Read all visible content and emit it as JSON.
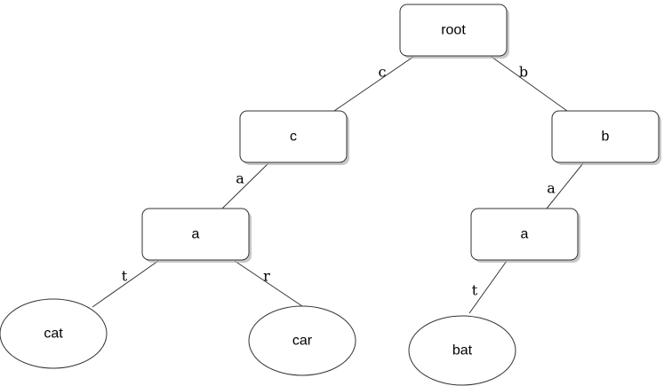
{
  "nodes": [
    {
      "id": "root",
      "shape": "box",
      "label": "root"
    },
    {
      "id": "c",
      "shape": "box",
      "label": "c"
    },
    {
      "id": "b",
      "shape": "box",
      "label": "b"
    },
    {
      "id": "ca",
      "shape": "box",
      "label": "a"
    },
    {
      "id": "ba",
      "shape": "box",
      "label": "a"
    },
    {
      "id": "cat",
      "shape": "ellipse",
      "label": "cat"
    },
    {
      "id": "car",
      "shape": "ellipse",
      "label": "car"
    },
    {
      "id": "bat",
      "shape": "ellipse",
      "label": "bat"
    }
  ],
  "edges": [
    {
      "from": "root",
      "to": "c",
      "label": "c"
    },
    {
      "from": "root",
      "to": "b",
      "label": "b"
    },
    {
      "from": "c",
      "to": "ca",
      "label": "a"
    },
    {
      "from": "b",
      "to": "ba",
      "label": "a"
    },
    {
      "from": "ca",
      "to": "cat",
      "label": "t"
    },
    {
      "from": "ca",
      "to": "car",
      "label": "r"
    },
    {
      "from": "ba",
      "to": "bat",
      "label": "t"
    }
  ],
  "colors": {
    "stroke": "#333333",
    "box_fill": "#ffffff",
    "shadow": "#b0b0b0",
    "text": "#000000"
  }
}
